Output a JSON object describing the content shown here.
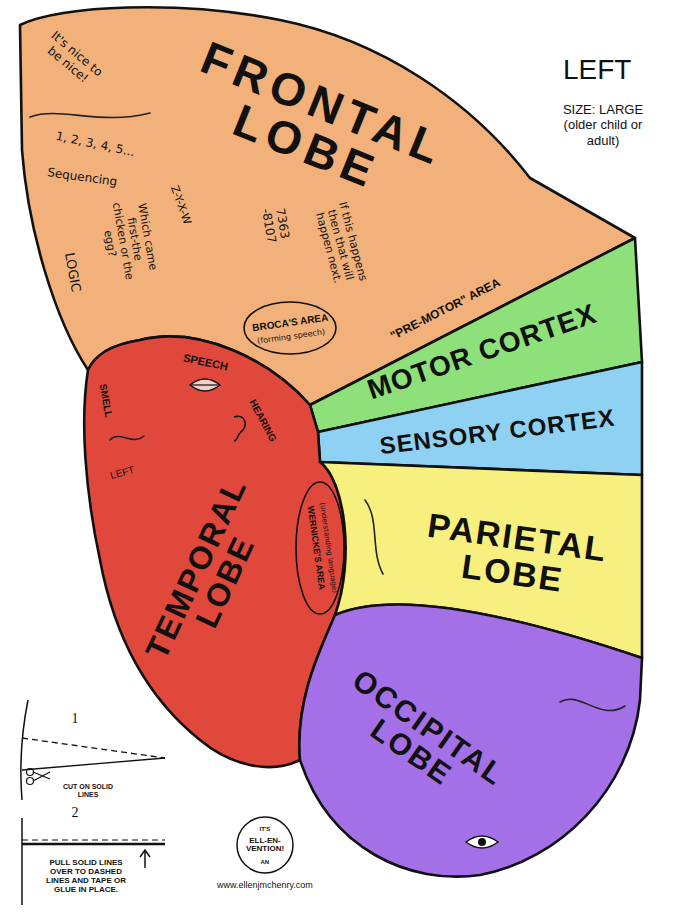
{
  "diagram": {
    "nodes": [
      {
        "text": [
          "FRONTAL LOBE",
          "It's nice to be nice!",
          "1, 2, 3, 4, 5...",
          "Sequencing",
          "LOGIC",
          "Which came first-the chicken or the egg?",
          "Z-Y-X-W",
          "7363 -8107",
          "If this happens then that will happen next.",
          "\"PRE-MOTOR\" AREA"
        ]
      },
      {
        "text": [
          "BROCA'S AREA",
          "(forming speech)"
        ],
        "in": 0
      },
      {
        "text": [
          "MOTOR CORTEX"
        ]
      },
      {
        "text": [
          "SENSORY CORTEX"
        ]
      },
      {
        "text": [
          "TEMPORAL LOBE",
          "SMELL",
          "SPEECH",
          "HEARING",
          "LEFT"
        ]
      },
      {
        "text": [
          "WERNICKE'S AREA",
          "(understanding language)"
        ],
        "in": 4
      },
      {
        "text": [
          "PARIETAL LOBE"
        ]
      },
      {
        "text": [
          "OCCIPITAL LOBE"
        ]
      }
    ],
    "labels": [
      "LEFT",
      "SIZE: LARGE (older child or adult)",
      "1",
      "CUT ON SOLID LINES",
      "2",
      "PULL SOLID LINES OVER TO DASHED LINES AND TAPE OR GLUE IN PLACE.",
      "IT'S",
      "ELL-EN-VENTION!",
      "AN",
      "www.ellenjmchenry.com"
    ]
  }
}
